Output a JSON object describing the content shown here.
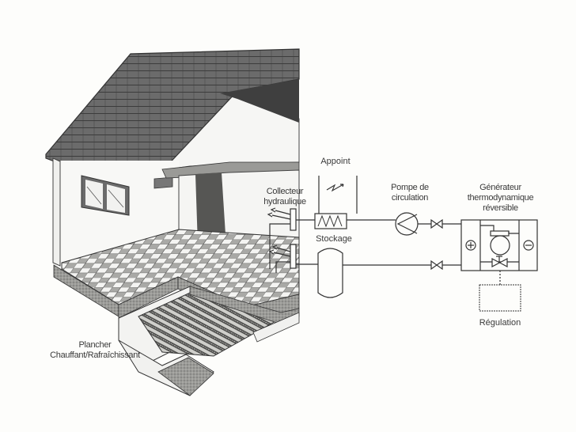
{
  "diagram": {
    "type": "heating-cooling-system-schematic",
    "colors": {
      "ink": "#333333",
      "roof": "#5a5a5a",
      "paper": "#fdfdfb",
      "shade": "#8a8a8a"
    },
    "labels": {
      "appoint": "Appoint",
      "collecteur_line1": "Collecteur",
      "collecteur_line2": "hydraulique",
      "stockage": "Stockage",
      "pompe_line1": "Pompe de",
      "pompe_line2": "circulation",
      "generateur_line1": "Générateur",
      "generateur_line2": "thermodynamique",
      "generateur_line3": "réversible",
      "regulation": "Régulation",
      "plancher_line1": "Plancher",
      "plancher_line2": "Chauffant/Rafraîchissant"
    },
    "symbols": {
      "plus": "⊕",
      "minus": "⊖"
    },
    "components": [
      {
        "id": "house",
        "icon": "house-cutaway-illustration"
      },
      {
        "id": "collecteur",
        "icon": "manifold-icon"
      },
      {
        "id": "appoint",
        "icon": "electric-heater-icon"
      },
      {
        "id": "stockage",
        "icon": "storage-tank-icon"
      },
      {
        "id": "pompe",
        "icon": "pump-icon"
      },
      {
        "id": "vanne-haut",
        "icon": "valve-icon"
      },
      {
        "id": "vanne-bas",
        "icon": "valve-icon"
      },
      {
        "id": "generateur",
        "icon": "heat-pump-icon"
      },
      {
        "id": "regulation",
        "icon": "controller-box-icon"
      }
    ]
  }
}
